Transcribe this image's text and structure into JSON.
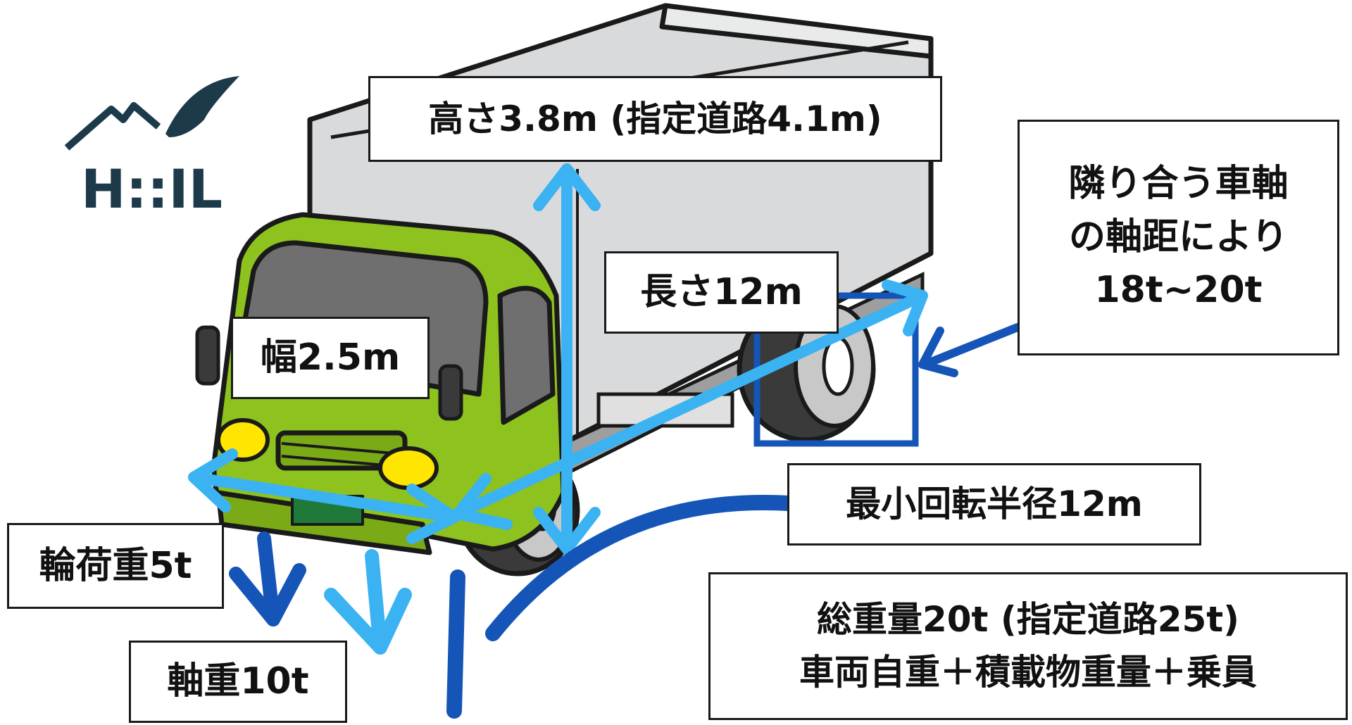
{
  "logo": {
    "text": "H::IL",
    "color": "#1d3a4a",
    "icons": [
      "mountain-icon",
      "feather-pen-icon"
    ]
  },
  "labels": {
    "height": "高さ3.8m (指定道路4.1m)",
    "length": "長さ12m",
    "width": "幅2.5m",
    "axle_distance": [
      "隣り合う車軸",
      "の軸距により",
      "18t~20t"
    ],
    "turning_radius": "最小回転半径12m",
    "wheel_load": "輪荷重5t",
    "axle_load": "軸重10t",
    "gross_weight": [
      "総重量20t (指定道路25t)",
      "車両自重＋積載物重量＋乗員"
    ]
  },
  "colors": {
    "cab_green": "#8dc21f",
    "body_gray": "#d9dadb",
    "arrow_light_blue": "#3bb3f2",
    "arrow_dark_blue": "#1555b8",
    "outline": "#1a1a1a",
    "headlight_yellow": "#ffe600"
  }
}
